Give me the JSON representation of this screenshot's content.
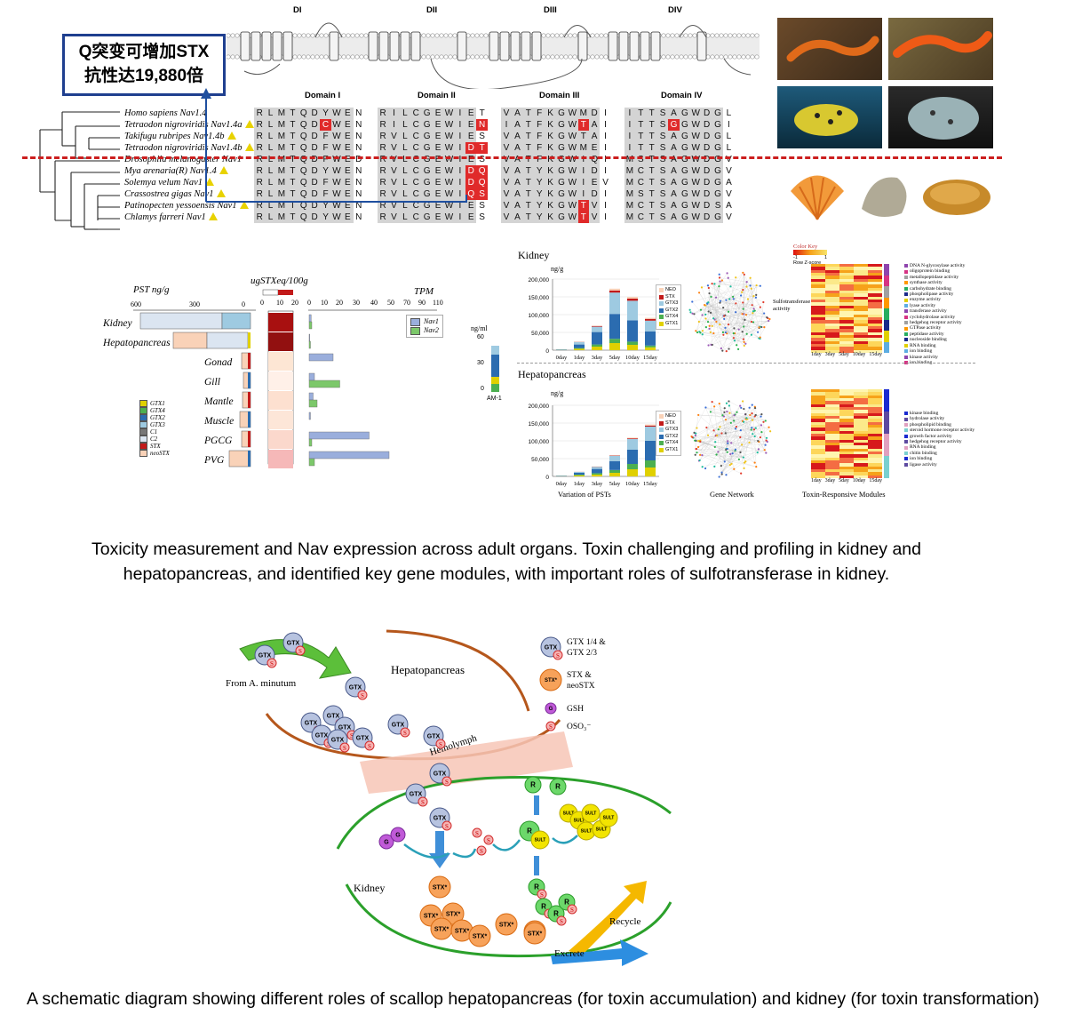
{
  "callout": {
    "line1": "Q突变可增加STX",
    "line2": "抗性达19,880倍"
  },
  "domains_top": [
    "DI",
    "DII",
    "DIII",
    "DIV"
  ],
  "domain_labels": [
    "Domain I",
    "Domain II",
    "Domain III",
    "Domain IV"
  ],
  "species": [
    "Homo sapiens Nav1.4",
    "Tetraodon nigroviridis Nav1.4a",
    "Takifugu rubripes Nav1.4b",
    "Tetraodon nigroviridis Nav1.4b",
    "Drosophila melanogaster Nav1",
    "Mya arenaria(R) Nav1.4",
    "Solemya velum Nav1",
    "Crassostrea gigas Nav1",
    "Patinopecten yessoensis Nav1",
    "Chlamys farreri Nav1"
  ],
  "alignment": [
    [
      "RLMTQDYWEN",
      "RILCGEWIET",
      "VATFKGWMDI",
      "ITTSAGWDGL"
    ],
    [
      "RLMTQDCWEN",
      "RILCGEWIEN",
      "IATFKGWTAI",
      "ITTSGGWDGI"
    ],
    [
      "RLMTQDFWEN",
      "RVLCGEWIES",
      "VATFKGWTAI",
      "ITTSAGWDGL"
    ],
    [
      "RLMTQDFWEN",
      "RVLCGEWIDT",
      "VATFKGWMEI",
      "ITTSAGWDGL"
    ],
    [
      "RLMTQDFWED",
      "RVLCGEWIES",
      "VATFKGWIQI",
      "MSTSAGWDGV"
    ],
    [
      "RLMTQDYWEN",
      "RVLCGEWIDQ",
      "VATYKGWIDI",
      "MCTSAGWDGV"
    ],
    [
      "RLMTQDFWEN",
      "RVLCGEWIDQ",
      "VATYKGWIEV",
      "MCTSAGWDGA"
    ],
    [
      "RLMTQDFWEN",
      "RVLCGEWIQS",
      "VATYKGWIDI",
      "MSTSAGWDGV"
    ],
    [
      "RLMTQDYWEN",
      "RVLCGEWIES",
      "VATYKGWTVI",
      "MCTSAGWDSA"
    ],
    [
      "RLMTQDYWEN",
      "RVLCGEWIES",
      "VATYKGWTVI",
      "MCTSAGWDGV"
    ]
  ],
  "highlights": [
    [
      1,
      0,
      6
    ],
    [
      1,
      1,
      9
    ],
    [
      1,
      2,
      7
    ],
    [
      1,
      3,
      4
    ],
    [
      3,
      1,
      8
    ],
    [
      3,
      1,
      9
    ],
    [
      5,
      1,
      8
    ],
    [
      5,
      1,
      9
    ],
    [
      6,
      1,
      8
    ],
    [
      6,
      1,
      9
    ],
    [
      7,
      1,
      8
    ],
    [
      7,
      1,
      9
    ],
    [
      8,
      2,
      7
    ],
    [
      9,
      2,
      7
    ]
  ],
  "pst_panel": {
    "pst_label": "PST ng/g",
    "ug_label": "ugSTXeq/100g",
    "tpm_label": "TPM",
    "pst_ticks": [
      "600",
      "300",
      "0"
    ],
    "ug_ticks": [
      "0",
      "10",
      "20"
    ],
    "tpm_ticks": [
      "0",
      "10",
      "20",
      "30",
      "40",
      "50",
      "70",
      "90",
      "110"
    ],
    "organs": [
      "Kidney",
      "Hepatopancreas",
      "Gonad",
      "Gill",
      "Mantle",
      "Muscle",
      "PGCG",
      "PVG"
    ],
    "toxin_legend": [
      "GTX1",
      "GTX4",
      "GTX2",
      "GTX3",
      "C1",
      "C2",
      "STX",
      "neoSTX"
    ],
    "nav_legend": [
      "Nav1",
      "Nav2"
    ],
    "am1": {
      "unit": "ng/ml",
      "ticks": [
        "60",
        "30",
        "0"
      ],
      "label": "AM-1"
    }
  },
  "kidney_panel": {
    "title": "Kidney",
    "unit": "ng/g",
    "yticks": [
      "200,000",
      "150,000",
      "100,000",
      "50,000",
      "0"
    ],
    "days": [
      "0day",
      "1day",
      "3day",
      "5day",
      "10day",
      "15day"
    ],
    "legend": [
      "NEO",
      "STX",
      "GTX3",
      "GTX2",
      "GTX4",
      "GTX1"
    ],
    "sulfo_label": "Sulfotransferase activity",
    "color_key": {
      "title": "Color Key",
      "ticks": [
        "-1",
        "1"
      ],
      "sub": "Row Z-score"
    },
    "heat_days": [
      "1day",
      "3day",
      "5day",
      "10day",
      "15day"
    ],
    "go_terms": [
      "DNA N-glycosylase activity",
      "oligoprotein binding",
      "metallopeptidase activity",
      "synthase activity",
      "carbohydrate binding",
      "phospholipase activity",
      "enzyme activity",
      "lyase activity",
      "transferase activity",
      "cyclohydrolase activity",
      "hedgehog receptor activity",
      "GTPase activity",
      "peptidase activity",
      "nucleoside binding",
      "RNA binding",
      "ion binding",
      "kinase activity",
      "ion binding"
    ]
  },
  "hepato_panel": {
    "title": "Hepatopancreas",
    "unit": "ng/g",
    "yticks": [
      "200,000",
      "150,000",
      "100,000",
      "50,000",
      "0"
    ],
    "days": [
      "0day",
      "1day",
      "3day",
      "5day",
      "10day",
      "15day"
    ],
    "legend": [
      "NEO",
      "STX",
      "GTX3",
      "GTX2",
      "GTX4",
      "GTX1"
    ],
    "heat_days": [
      "1day",
      "3day",
      "5day",
      "10day",
      "15day"
    ],
    "go_terms": [
      "kinase binding",
      "hydrolase activity",
      "phospholipid binding",
      "steroid hormone receptor activity",
      "growth factor activity",
      "hedgehog receptor activity",
      "RNA binding",
      "chitin binding",
      "ion binding",
      "ligase activity"
    ],
    "footers": [
      "Variation of PSTs",
      "Gene Network",
      "Toxin-Responsive Modules"
    ]
  },
  "kidney_chart": {
    "type": "bar",
    "categories": [
      "0day",
      "1day",
      "3day",
      "5day",
      "10day",
      "15day"
    ],
    "series": [
      {
        "name": "GTX1",
        "values": [
          500,
          4000,
          10000,
          20000,
          15000,
          8000
        ]
      },
      {
        "name": "GTX4",
        "values": [
          300,
          2000,
          6000,
          12000,
          9000,
          5000
        ]
      },
      {
        "name": "GTX2",
        "values": [
          1000,
          10000,
          35000,
          70000,
          60000,
          40000
        ]
      },
      {
        "name": "GTX3",
        "values": [
          800,
          7000,
          15000,
          60000,
          55000,
          30000
        ]
      },
      {
        "name": "STX",
        "values": [
          0,
          500,
          2000,
          6000,
          6000,
          5000
        ]
      },
      {
        "name": "NEO",
        "values": [
          0,
          300,
          1000,
          5000,
          5000,
          3000
        ]
      }
    ],
    "ylim": [
      0,
      200000
    ]
  },
  "hepato_chart": {
    "type": "bar",
    "categories": [
      "0day",
      "1day",
      "3day",
      "5day",
      "10day",
      "15day"
    ],
    "series": [
      {
        "name": "GTX1",
        "values": [
          500,
          3000,
          5000,
          10000,
          20000,
          25000
        ]
      },
      {
        "name": "GTX4",
        "values": [
          300,
          2000,
          4000,
          8000,
          15000,
          20000
        ]
      },
      {
        "name": "GTX2",
        "values": [
          1000,
          5000,
          12000,
          25000,
          40000,
          55000
        ]
      },
      {
        "name": "GTX3",
        "values": [
          500,
          2500,
          6000,
          15000,
          30000,
          40000
        ]
      },
      {
        "name": "STX",
        "values": [
          0,
          200,
          500,
          1000,
          2000,
          3000
        ]
      },
      {
        "name": "NEO",
        "values": [
          0,
          200,
          500,
          1000,
          2000,
          3000
        ]
      }
    ],
    "ylim": [
      0,
      200000
    ]
  },
  "captions": {
    "caption1": "Toxicity measurement and Nav expression across adult organs. Toxin challenging and profiling in kidney and hepatopancreas, and identified key gene modules, with important roles of sulfotransferase in kidney.",
    "caption2": "A schematic diagram showing different roles of scallop hepatopancreas (for toxin accumulation) and kidney (for toxin transformation)"
  },
  "schematic": {
    "from_label": "From A. minutum",
    "hepato_label": "Hepatopancreas",
    "hemolymph_label": "Hemolymph",
    "kidney_label": "Kidney",
    "recycle_label": "Recycle",
    "excrete_label": "Excrete",
    "legend": [
      {
        "symbol": "GTX",
        "text": "GTX 1/4 & GTX 2/3"
      },
      {
        "symbol": "STX*",
        "text": "STX & neoSTX"
      },
      {
        "symbol": "G",
        "text": "GSH"
      },
      {
        "symbol": "S",
        "text": "OSO₃⁻"
      }
    ],
    "mol_gtx": "GTX",
    "mol_stx": "STX*",
    "mol_g": "G",
    "mol_r": "R",
    "mol_s": "S",
    "mol_sult": "SULT"
  },
  "colors": {
    "callout_border": "#1f3f8f",
    "dashed_line": "#cc1f1f",
    "highlight": "#e02a2a",
    "gtx_ball": "#8fa0c8",
    "stx_ball": "#f59a4a",
    "gsh_ball": "#b35ac8",
    "r_ball": "#5ccf5a",
    "sult_ball": "#f2e400",
    "hepato_arc": "#b5571c",
    "kidney_arc": "#2ba02b"
  }
}
